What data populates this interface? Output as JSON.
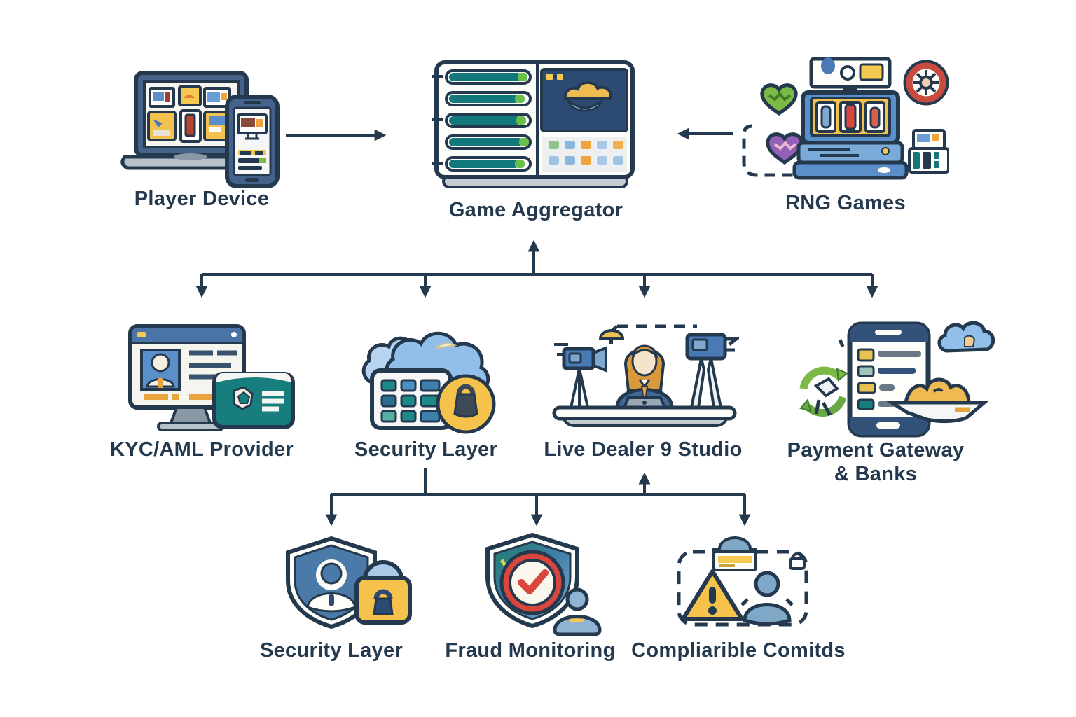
{
  "diagram": {
    "type": "architecture-flowchart",
    "background": "#ffffff",
    "topic": "iGaming platform architecture"
  },
  "colors": {
    "text": "#24394e",
    "arrow": "#24394e",
    "navy_outline": "#24394e",
    "blue": "#4a7ab5",
    "light_blue": "#9cc4e8",
    "teal": "#12787c",
    "green": "#7cb947",
    "yellow": "#f5c84f",
    "orange": "#f0a43e",
    "red": "#d8463c",
    "purple": "#9161b8",
    "card_teal": "#177d7d"
  },
  "nodes": {
    "player_device": {
      "label": "Player Device",
      "icon": "laptop-and-phone-icon"
    },
    "game_aggregator": {
      "label": "Game Aggregator",
      "icon": "server-dashboard-cloud-icon"
    },
    "rng_games": {
      "label": "RNG Games",
      "icon": "slot-machine-roulette-hearts-icon"
    },
    "kyc_aml_provider": {
      "label": "KYC/AML Provider",
      "icon": "monitor-id-card-icon"
    },
    "security_layer_mid": {
      "label": "Security Layer",
      "icon": "cloud-keypad-lock-icon"
    },
    "live_dealer_studio": {
      "label": "Live Dealer 9 Studio",
      "icon": "dealer-cameras-desk-icon"
    },
    "payment_gateway": {
      "label_line1": "Payment Gateway",
      "label_line2": "& Banks",
      "icon": "phone-money-cloud-icon"
    },
    "security_layer_bottom": {
      "label": "Security Layer",
      "icon": "shield-user-padlock-icon"
    },
    "fraud_monitoring": {
      "label": "Fraud Monitoring",
      "icon": "shield-checkmark-analyst-icon"
    },
    "compliance_controls": {
      "label": "Compliarible Comitds",
      "icon": "warning-person-dashed-box-icon"
    }
  },
  "edges": [
    {
      "from": "player_device",
      "to": "game_aggregator",
      "style": "solid-arrow-right"
    },
    {
      "from": "rng_games",
      "to": "game_aggregator",
      "style": "solid-arrow-left"
    },
    {
      "from": "branch_rail_1",
      "to": "game_aggregator",
      "style": "arrow-up"
    },
    {
      "from": "branch_rail_1",
      "to": "kyc_aml_provider",
      "style": "arrow-down"
    },
    {
      "from": "branch_rail_1",
      "to": "security_layer_mid",
      "style": "arrow-down"
    },
    {
      "from": "branch_rail_1",
      "to": "live_dealer_studio",
      "style": "arrow-down"
    },
    {
      "from": "branch_rail_1",
      "to": "payment_gateway",
      "style": "arrow-down"
    },
    {
      "from": "security_layer_mid",
      "to": "branch_rail_2",
      "style": "stub"
    },
    {
      "from": "live_dealer_studio",
      "to": "branch_rail_2",
      "style": "stub-arrow-up"
    },
    {
      "from": "branch_rail_2",
      "to": "security_layer_bottom",
      "style": "arrow-down"
    },
    {
      "from": "branch_rail_2",
      "to": "fraud_monitoring",
      "style": "arrow-down"
    },
    {
      "from": "branch_rail_2",
      "to": "compliance_controls",
      "style": "arrow-down"
    }
  ]
}
